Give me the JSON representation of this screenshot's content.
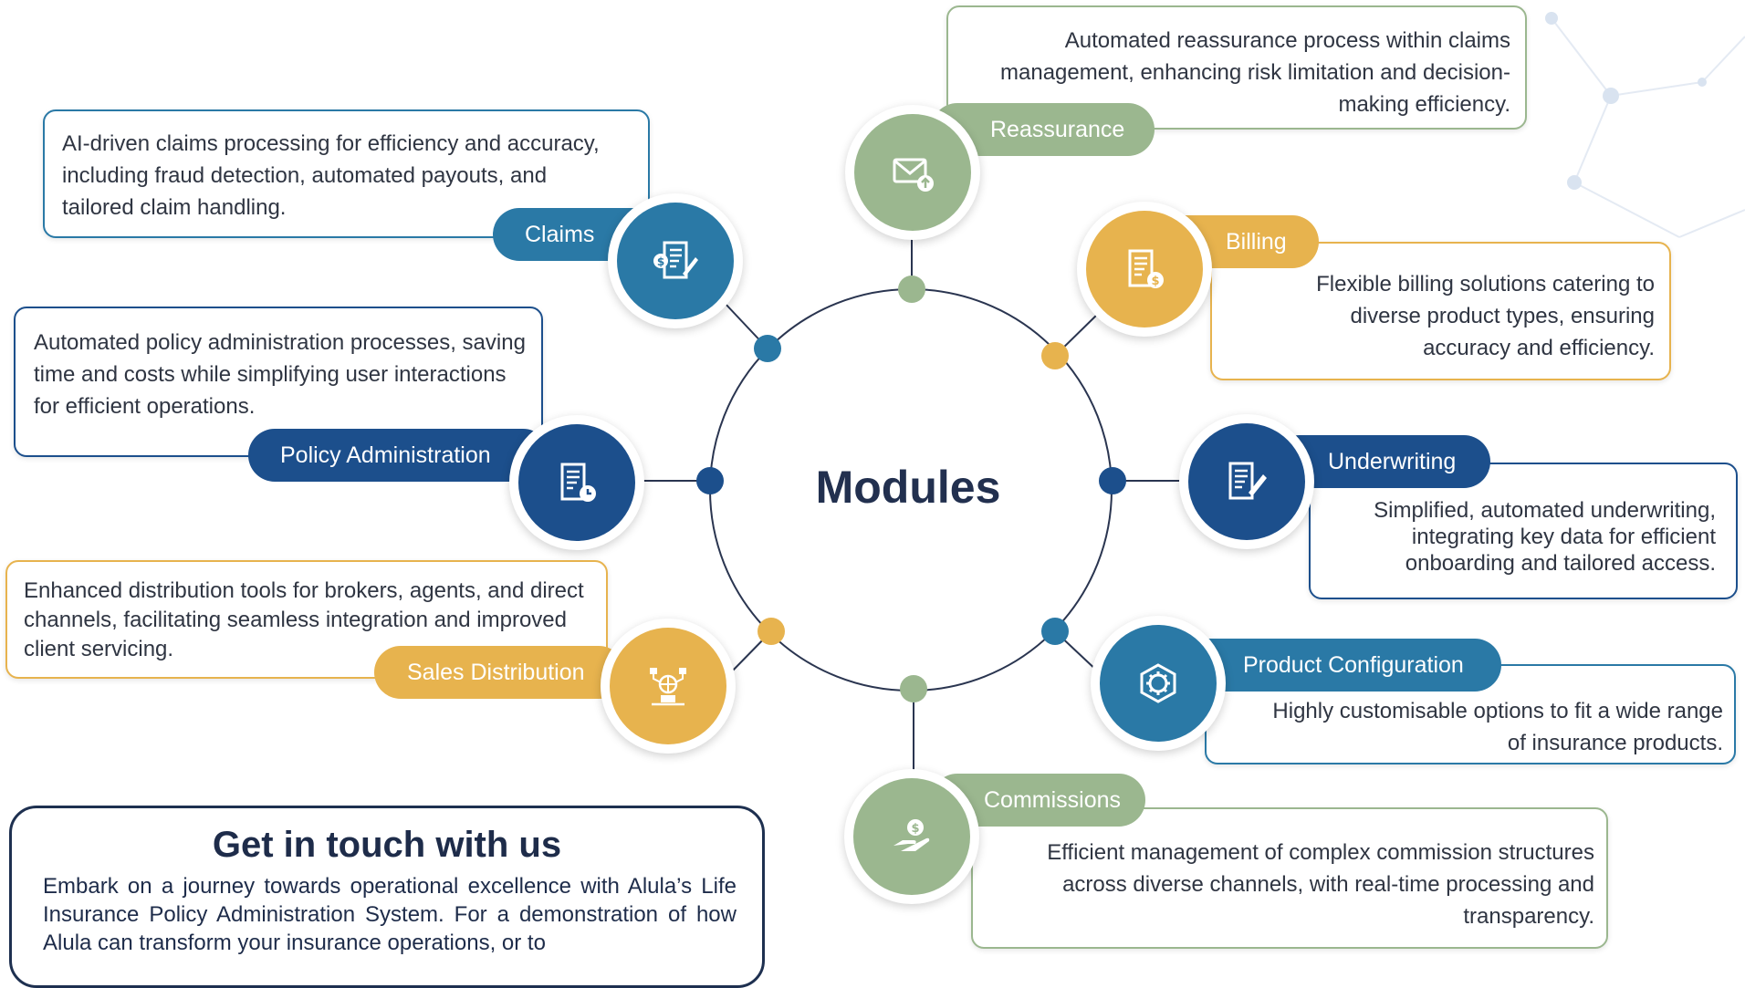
{
  "center": {
    "title": "Modules"
  },
  "colors": {
    "navy": "#1c4f8c",
    "blue": "#2979ad",
    "teal_blue": "#2a79a6",
    "gold": "#e7b34e",
    "sage": "#9bb78f",
    "ring": "#2a3550"
  },
  "modules": [
    {
      "id": "reassurance",
      "label": "Reassurance",
      "icon": "envelope-upload-icon",
      "color": "sage",
      "description": "Automated reassurance process within claims management, enhancing risk limitation and decision-making efficiency."
    },
    {
      "id": "billing",
      "label": "Billing",
      "icon": "invoice-dollar-icon",
      "color": "gold",
      "description": "Flexible billing solutions catering to diverse product types, ensuring accuracy and efficiency."
    },
    {
      "id": "underwriting",
      "label": "Underwriting",
      "icon": "document-pen-icon",
      "color": "navy",
      "description": "Simplified, automated underwriting, integrating key data for efficient onboarding and tailored access."
    },
    {
      "id": "product-configuration",
      "label": "Product Configuration",
      "icon": "gear-box-icon",
      "color": "blue",
      "description": "Highly customisable options to fit a wide range of insurance products."
    },
    {
      "id": "commissions",
      "label": "Commissions",
      "icon": "hand-coin-icon",
      "color": "sage",
      "description": "Efficient management of complex commission structures across diverse channels, with real-time processing and transparency."
    },
    {
      "id": "sales-distribution",
      "label": "Sales Distribution",
      "icon": "globe-distribution-icon",
      "color": "gold",
      "description": "Enhanced distribution tools for brokers, agents, and direct channels, facilitating seamless integration and improved client servicing."
    },
    {
      "id": "policy-administration",
      "label": "Policy Administration",
      "icon": "document-clock-icon",
      "color": "navy",
      "description": "Automated policy administration processes, saving time and costs while simplifying user interactions for efficient operations."
    },
    {
      "id": "claims",
      "label": "Claims",
      "icon": "claim-form-dollar-icon",
      "color": "blue",
      "description": "AI-driven claims processing for efficiency and accuracy, including fraud detection, automated payouts, and tailored claim handling."
    }
  ],
  "contact": {
    "title": "Get in touch with us",
    "body": "Embark on a journey towards operational excellence with Alula’s Life Insurance Policy Administration System. For a demonstration of how Alula can transform your insurance operations, or to"
  }
}
